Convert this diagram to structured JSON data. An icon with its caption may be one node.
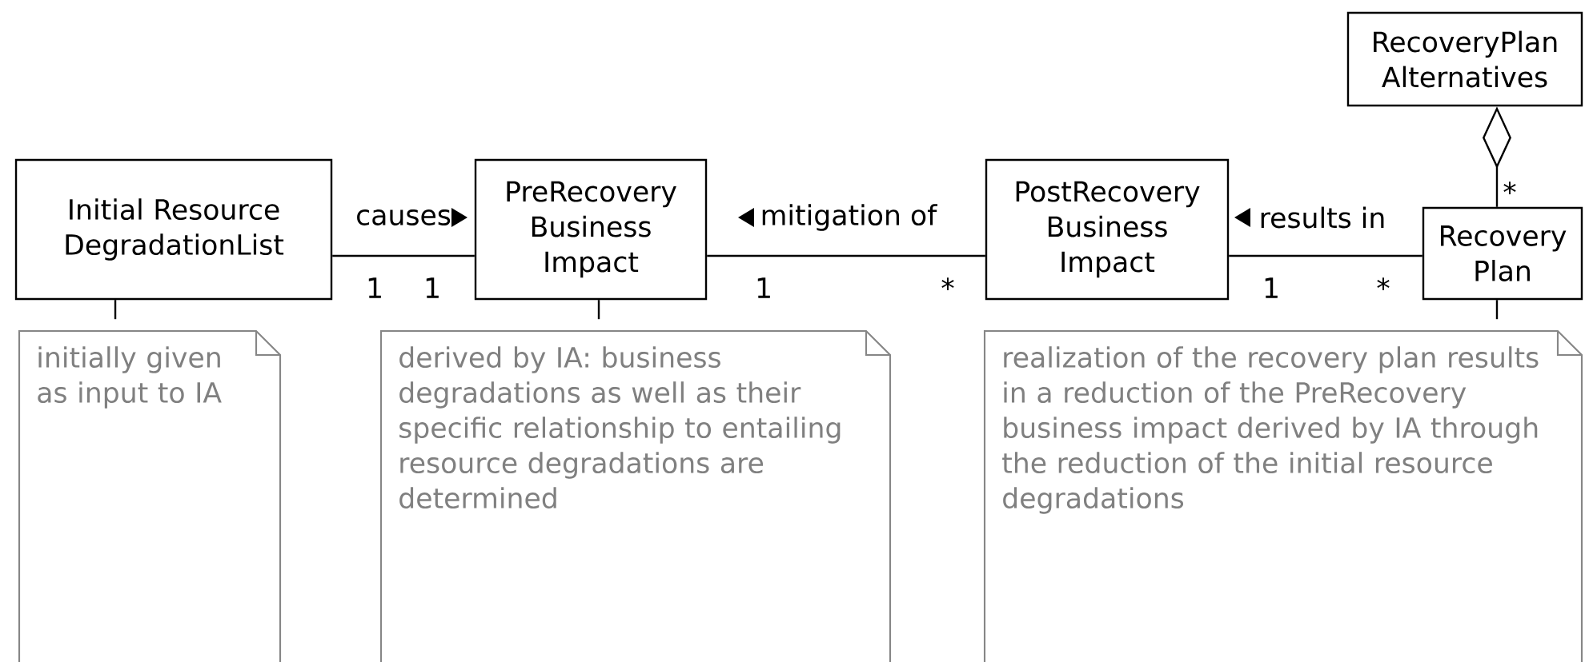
{
  "diagram": {
    "nodes": [
      {
        "text": [
          "Initial Resource DegradationList"
        ]
      },
      {
        "text": [
          "PreRecovery Business Impact"
        ]
      },
      {
        "text": [
          "PostRecovery Business Impact"
        ]
      },
      {
        "text": [
          "RecoveryPlan Alternatives"
        ]
      },
      {
        "text": [
          "Recovery Plan"
        ]
      },
      {
        "text": [
          "initially given as input to IA"
        ]
      },
      {
        "text": [
          "derived by IA: business degradations as well as their specific relationship to entailing resource degradations are determined"
        ]
      },
      {
        "text": [
          "realization of the recovery plan results in a reduction of the PreRecovery business impact derived by IA through the reduction of the initial resource degradations"
        ]
      }
    ],
    "edges": [
      {
        "from": 0,
        "to": 1,
        "arrow": "none",
        "label": "causes"
      },
      {
        "from": 2,
        "to": 1,
        "arrow": "none",
        "label": "mitigation of"
      },
      {
        "from": 4,
        "to": 2,
        "arrow": "none",
        "label": "results in"
      },
      {
        "from": 4,
        "to": 3,
        "arrow": "other"
      },
      {
        "from": 0,
        "to": 5,
        "arrow": "none",
        "style": "dashed"
      },
      {
        "from": 1,
        "to": 6,
        "arrow": "none",
        "style": "dashed"
      },
      {
        "from": 4,
        "to": 7,
        "arrow": "none",
        "style": "dashed"
      }
    ],
    "labels": [
      "*",
      "1",
      "1",
      "1",
      "*",
      "1",
      "*"
    ]
  }
}
